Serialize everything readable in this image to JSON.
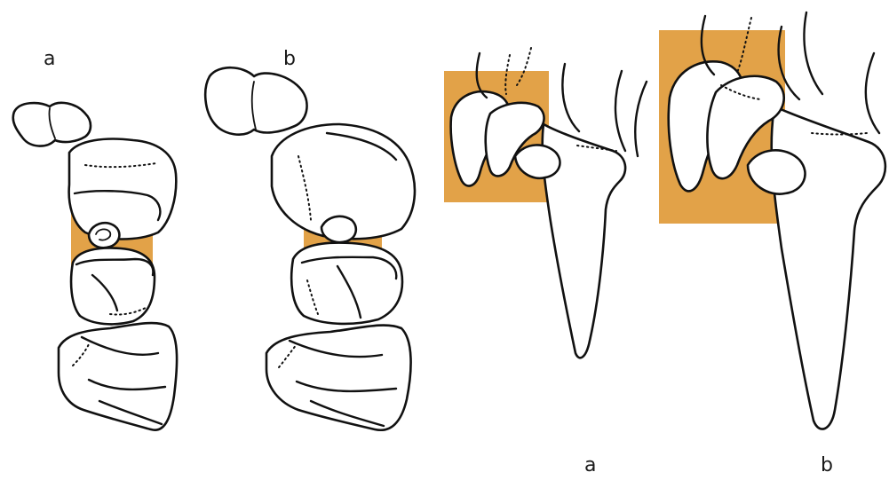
{
  "colors": {
    "highlight": "#e09a38",
    "ink": "#111111",
    "background": "#ffffff"
  },
  "panels": [
    {
      "id": "left-a",
      "label": "a"
    },
    {
      "id": "left-b",
      "label": "b"
    },
    {
      "id": "right-a",
      "label": "a"
    },
    {
      "id": "right-b",
      "label": "b"
    }
  ]
}
